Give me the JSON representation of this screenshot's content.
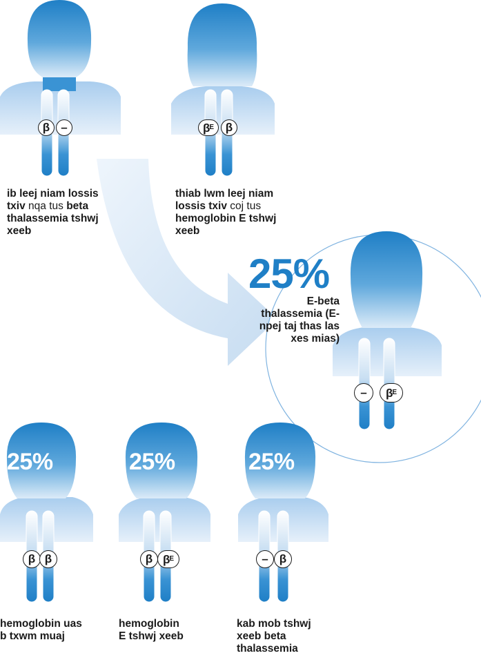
{
  "father": {
    "alleles": [
      "β",
      "–"
    ],
    "label_bold_1": "ib leej niam lossis txiv",
    "label_plain": "nqa tus",
    "label_bold_2": "beta thalassemia tshwj xeeb"
  },
  "mother": {
    "alleles": [
      "βE",
      "β"
    ],
    "label_bold_1": "thiab lwm leej niam lossis txiv",
    "label_plain": "coj tus",
    "label_bold_2": "hemoglobin E tshwj xeeb"
  },
  "child_affected": {
    "percent": "25%",
    "alleles": [
      "–",
      "βE"
    ],
    "label": "E-beta thalassemia (E-npej taj thas las xes mias)"
  },
  "children": [
    {
      "percent": "25%",
      "alleles": [
        "β",
        "β"
      ],
      "label_1": "hemoglobin uas",
      "label_2": "b txwm muaj"
    },
    {
      "percent": "25%",
      "alleles": [
        "β",
        "βE"
      ],
      "label_1": "hemoglobin",
      "label_2": "E tshwj xeeb"
    },
    {
      "percent": "25%",
      "alleles": [
        "–",
        "β"
      ],
      "label_1": "kab mob tshwj",
      "label_2": "xeeb beta",
      "label_3": "thalassemia"
    }
  ],
  "colors": {
    "dark_blue": "#1f7fc6",
    "light_blue": "#dbe9f7",
    "outline": "#1a1a1a"
  }
}
